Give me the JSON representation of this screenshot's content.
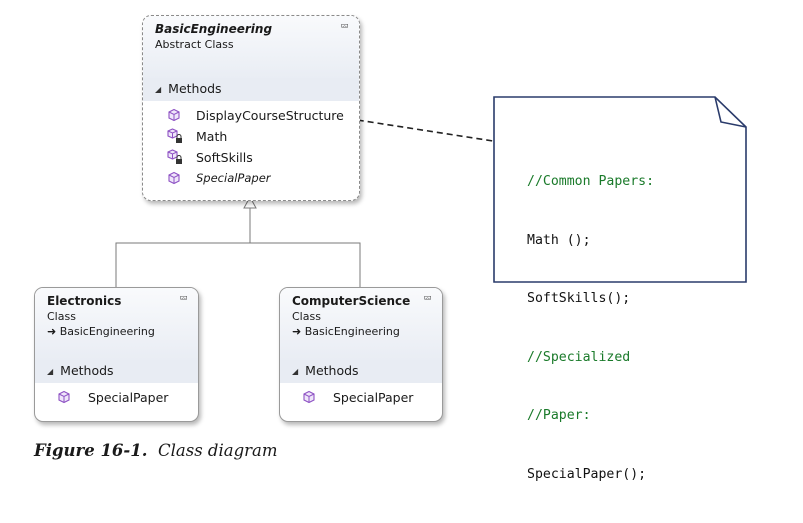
{
  "base_class": {
    "name": "BasicEngineering",
    "kind": "Abstract Class",
    "section_label": "Methods",
    "methods": [
      {
        "label": "DisplayCourseStructure",
        "icon": "public-method-icon",
        "italic": false
      },
      {
        "label": "Math",
        "icon": "protected-method-icon",
        "italic": false
      },
      {
        "label": "SoftSkills",
        "icon": "protected-method-icon",
        "italic": false
      },
      {
        "label": "SpecialPaper",
        "icon": "public-method-icon",
        "italic": true
      }
    ]
  },
  "derived_classes": [
    {
      "name": "Electronics",
      "kind": "Class",
      "parent": "BasicEngineering",
      "section_label": "Methods",
      "methods": [
        {
          "label": "SpecialPaper",
          "icon": "public-method-icon"
        }
      ]
    },
    {
      "name": "ComputerScience",
      "kind": "Class",
      "parent": "BasicEngineering",
      "section_label": "Methods",
      "methods": [
        {
          "label": "SpecialPaper",
          "icon": "public-method-icon"
        }
      ]
    }
  ],
  "note": {
    "lines": [
      {
        "text": "//Common Papers:",
        "type": "comment"
      },
      {
        "text": "Math ();",
        "type": "code"
      },
      {
        "text": "SoftSkills();",
        "type": "code"
      },
      {
        "text": "//Specialized",
        "type": "comment"
      },
      {
        "text": "//Paper:",
        "type": "comment"
      },
      {
        "text": "SpecialPaper();",
        "type": "code"
      }
    ]
  },
  "caption": {
    "label": "Figure 16-1.",
    "text": "Class diagram"
  },
  "colors": {
    "comment": "#1a7a2a",
    "method_icon": "#8e52c4",
    "lock": "#333333",
    "section_bg": "#e8ecf3",
    "border": "#9a9a9a"
  }
}
